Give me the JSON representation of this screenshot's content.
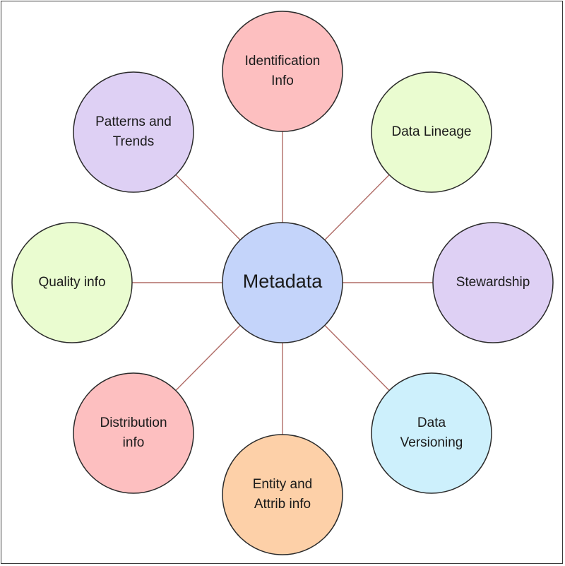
{
  "center": {
    "label": "Metadata",
    "color": "#c4d4fa"
  },
  "connector_color": "#b06b66",
  "nodes": [
    {
      "id": "identification",
      "lines": [
        "Identification",
        "Info"
      ],
      "color": "#fdbfc0"
    },
    {
      "id": "data-lineage",
      "lines": [
        "Data Lineage"
      ],
      "color": "#eafcd0"
    },
    {
      "id": "stewardship",
      "lines": [
        "Stewardship"
      ],
      "color": "#ded0f4"
    },
    {
      "id": "data-versioning",
      "lines": [
        "Data",
        "Versioning"
      ],
      "color": "#cdf0fc"
    },
    {
      "id": "entity-attrib",
      "lines": [
        "Entity and",
        "Attrib info"
      ],
      "color": "#fdd0a8"
    },
    {
      "id": "distribution",
      "lines": [
        "Distribution",
        "info"
      ],
      "color": "#fdbfc0"
    },
    {
      "id": "quality",
      "lines": [
        "Quality info"
      ],
      "color": "#eafcd0"
    },
    {
      "id": "patterns-trends",
      "lines": [
        "Patterns and",
        "Trends"
      ],
      "color": "#ded0f4"
    }
  ]
}
